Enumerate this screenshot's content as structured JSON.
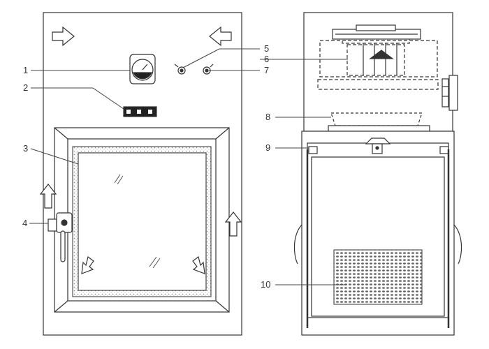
{
  "callouts": [
    {
      "id": "1",
      "label": "1"
    },
    {
      "id": "2",
      "label": "2"
    },
    {
      "id": "3",
      "label": "3"
    },
    {
      "id": "4",
      "label": "4"
    },
    {
      "id": "5",
      "label": "5"
    },
    {
      "id": "6",
      "label": "6"
    },
    {
      "id": "7",
      "label": "7"
    },
    {
      "id": "8",
      "label": "8"
    },
    {
      "id": "9",
      "label": "9"
    },
    {
      "id": "10",
      "label": "10"
    }
  ],
  "colors": {
    "line": "#333333",
    "hatch": "#777777",
    "background": "#ffffff"
  }
}
